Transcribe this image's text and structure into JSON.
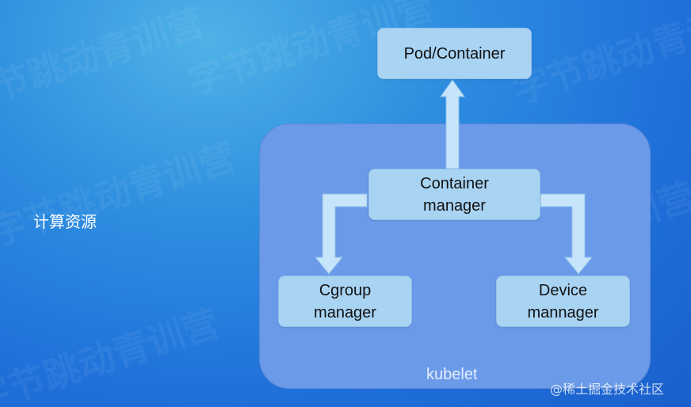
{
  "side_title": "计算资源",
  "diagram": {
    "container_label": "kubelet",
    "nodes": {
      "pod_container": {
        "lines": [
          "Pod/Container"
        ]
      },
      "container_manager": {
        "lines": [
          "Container",
          "manager"
        ]
      },
      "cgroup_manager": {
        "lines": [
          "Cgroup",
          "manager"
        ]
      },
      "device_manager": {
        "lines": [
          "Device",
          "mannager"
        ]
      }
    },
    "edges": [
      {
        "from": "container_manager",
        "to": "pod_container"
      },
      {
        "from": "container_manager",
        "to": "cgroup_manager"
      },
      {
        "from": "container_manager",
        "to": "device_manager"
      }
    ]
  },
  "watermark": "字节跳动青训营",
  "footer_credit": "@稀土掘金技术社区",
  "colors": {
    "panel": "#6a9ae8",
    "node": "#a9d3f3",
    "arrow": "#c6e4fa"
  }
}
